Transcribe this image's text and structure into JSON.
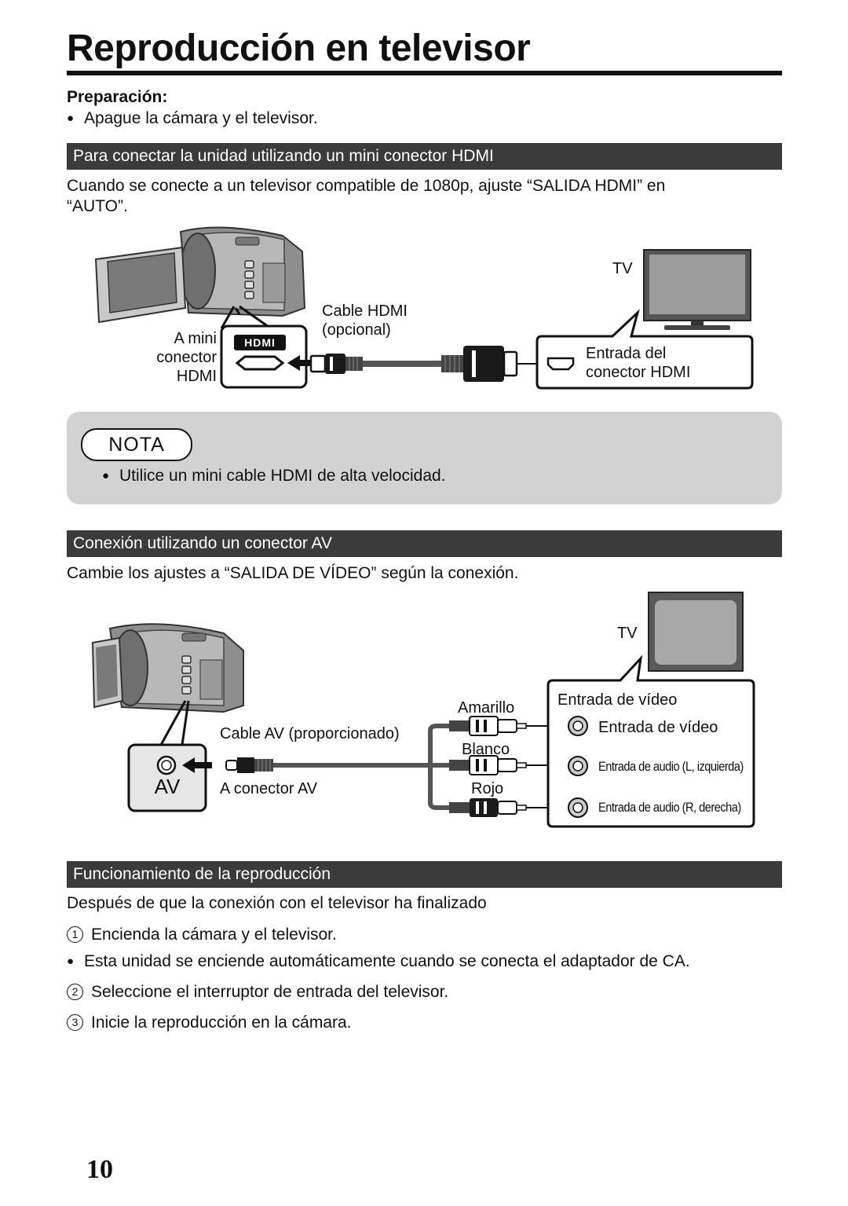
{
  "page": {
    "title": "Reproducción en televisor",
    "page_number": "10"
  },
  "preparation": {
    "label": "Preparación:",
    "bullet": "Apague la cámara y el televisor."
  },
  "hdmi_section": {
    "heading": "Para conectar la unidad utilizando un mini conector HDMI",
    "intro_line1": "Cuando se conecte a un televisor compatible de 1080p, ajuste “SALIDA HDMI” en",
    "intro_line2": "“AUTO”.",
    "diagram": {
      "tv_label": "TV",
      "cable_label_line1": "Cable HDMI",
      "cable_label_line2": "(opcional)",
      "camera_port_line1": "A mini",
      "camera_port_line2": "conector",
      "camera_port_line3": "HDMI",
      "port_logo": "HDMI",
      "tv_input_line1": "Entrada del",
      "tv_input_line2": "conector HDMI"
    }
  },
  "note": {
    "label": "NOTA",
    "bullet": "Utilice un mini cable HDMI de alta velocidad."
  },
  "av_section": {
    "heading": "Conexión utilizando un conector AV",
    "intro": "Cambie los ajustes a “SALIDA DE VÍDEO” según la conexión.",
    "diagram": {
      "tv_label": "TV",
      "cable_label": "Cable AV (proporcionado)",
      "camera_port_text": "AV",
      "camera_port_label": "A conector AV",
      "plug_yellow": "Amarillo",
      "plug_white": "Blanco",
      "plug_red": "Rojo",
      "tv_panel_title": "Entrada de vídeo",
      "input_video": "Entrada de vídeo",
      "input_audio_l": "Entrada de audio (L, izquierda)",
      "input_audio_r": "Entrada de audio (R, derecha)"
    }
  },
  "playback_section": {
    "heading": "Funcionamiento de la reproducción",
    "intro": "Después de que la conexión con el televisor ha finalizado",
    "steps": [
      {
        "num": "1",
        "text": "Encienda la cámara y el televisor."
      },
      {
        "num": "2",
        "text": "Seleccione el interruptor de entrada del televisor."
      },
      {
        "num": "3",
        "text": "Inicie la reproducción en la cámara."
      }
    ],
    "bullet": "Esta unidad se enciende automáticamente cuando se conecta el adaptador de CA."
  },
  "colors": {
    "heading_bar": "#3b3b3b",
    "note_background": "#d2d2d2"
  }
}
